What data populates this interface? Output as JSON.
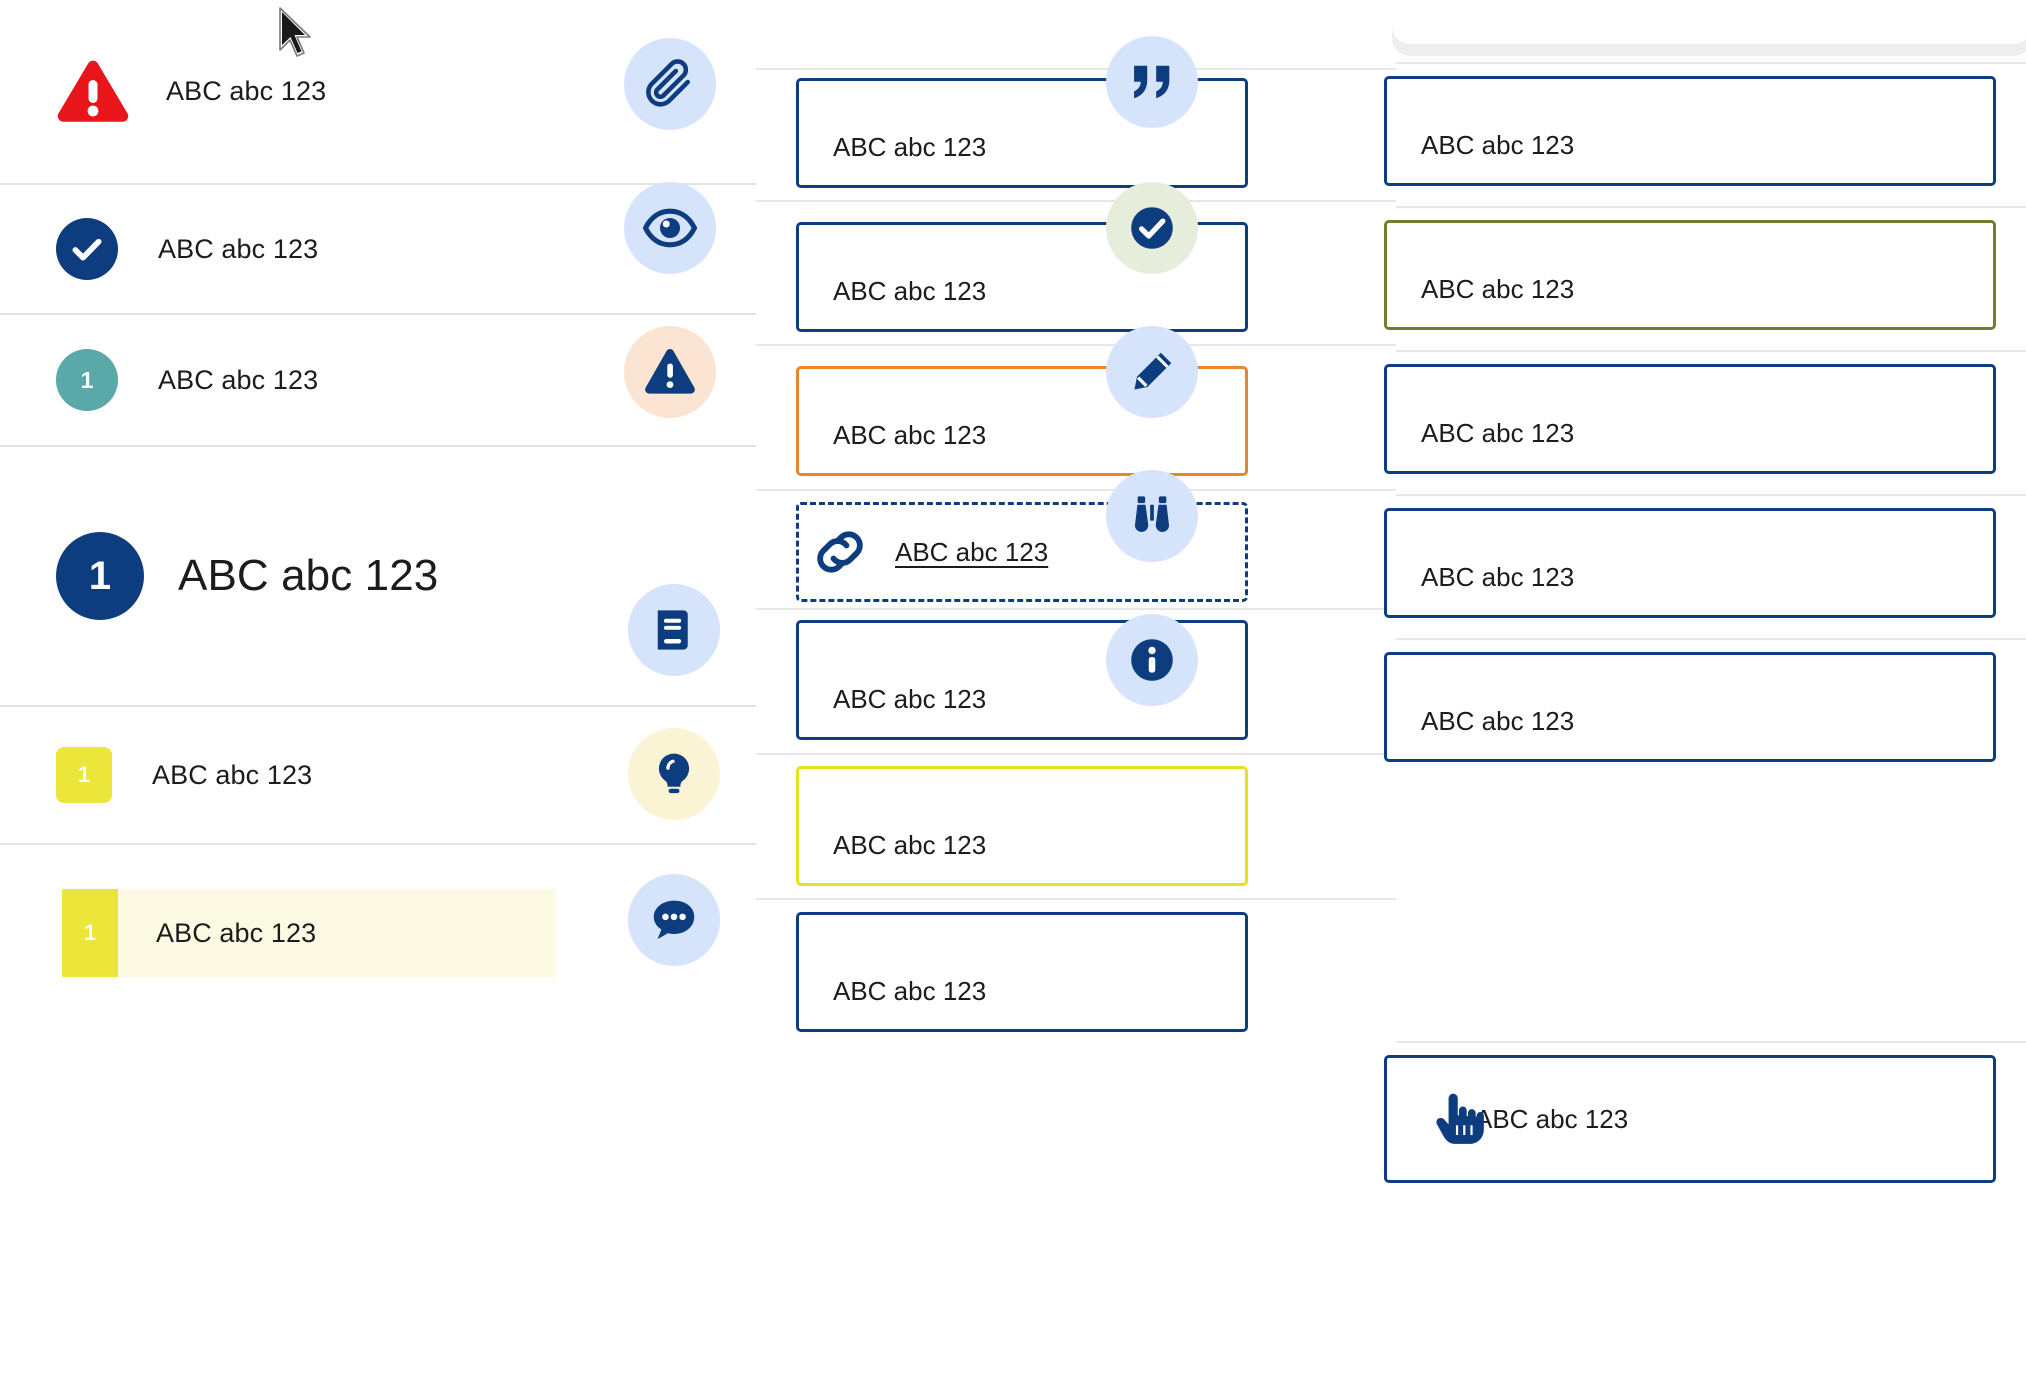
{
  "left_panel": {
    "rows": [
      {
        "id": "alert",
        "badge_kind": "triangle-alert",
        "badge_text": "",
        "label": "ABC abc 123",
        "badge_color": "#e8161a",
        "highlight": false
      },
      {
        "id": "check",
        "badge_kind": "circle-check",
        "badge_text": "",
        "label": "ABC abc 123",
        "badge_color": "#0e3d7f",
        "highlight": false
      },
      {
        "id": "teal",
        "badge_kind": "circle-number",
        "badge_text": "1",
        "label": "ABC abc 123",
        "badge_color": "#5aa8a8",
        "highlight": false
      },
      {
        "id": "big",
        "badge_kind": "circle-number",
        "badge_text": "1",
        "label": "ABC abc 123",
        "badge_color": "#0e3d7f",
        "highlight": false
      },
      {
        "id": "yellow",
        "badge_kind": "rounded-number",
        "badge_text": "1",
        "label": "ABC abc 123",
        "badge_color": "#ece63b",
        "highlight": false
      },
      {
        "id": "highlight",
        "badge_kind": "square-number",
        "badge_text": "1",
        "label": "ABC abc 123",
        "badge_color": "#ece63b",
        "highlight": true,
        "highlight_color": "#fdfae3"
      }
    ]
  },
  "center_column": {
    "cards": [
      {
        "id": "attachment",
        "icon": "paperclip-icon",
        "icon_bg": "#d6e4fb",
        "border_color": "#0e3d7f",
        "border_style": "solid",
        "text": "ABC abc 123",
        "underline": false
      },
      {
        "id": "preview",
        "icon": "eye-icon",
        "icon_bg": "#d6e4fb",
        "border_color": "#0e3d7f",
        "border_style": "solid",
        "text": "ABC abc 123",
        "underline": false
      },
      {
        "id": "warning",
        "icon": "warning-triangle-icon",
        "icon_bg": "#fce4d2",
        "border_color": "#e8862a",
        "border_style": "solid",
        "text": "ABC abc 123",
        "underline": false
      },
      {
        "id": "link",
        "icon": "link-chain-icon",
        "icon_bg": "none",
        "border_color": "#0e3d7f",
        "border_style": "dashed",
        "text": "ABC abc 123",
        "underline": true
      },
      {
        "id": "book",
        "icon": "book-icon",
        "icon_bg": "#d6e4fb",
        "border_color": "#0e3d7f",
        "border_style": "solid",
        "text": "ABC abc 123",
        "underline": false
      },
      {
        "id": "idea",
        "icon": "lightbulb-icon",
        "icon_bg": "#fbf4d4",
        "border_color": "#e8e021",
        "border_style": "solid",
        "text": "ABC abc 123",
        "underline": false
      },
      {
        "id": "comment",
        "icon": "comment-dots-icon",
        "icon_bg": "#d6e4fb",
        "border_color": "#0e3d7f",
        "border_style": "solid",
        "text": "ABC abc 123",
        "underline": false
      }
    ]
  },
  "right_column": {
    "cards": [
      {
        "id": "quote",
        "icon": "quote-icon",
        "icon_bg": "#d6e4fb",
        "border_color": "#0e3d7f",
        "border_style": "solid",
        "text": "ABC abc 123",
        "underline": false
      },
      {
        "id": "success",
        "icon": "circle-check-icon",
        "icon_bg": "#e7eddb",
        "border_color": "#6f7f2e",
        "border_style": "solid",
        "text": "ABC abc 123",
        "underline": false
      },
      {
        "id": "edit",
        "icon": "pencil-icon",
        "icon_bg": "#d6e4fb",
        "border_color": "#0e3d7f",
        "border_style": "solid",
        "text": "ABC abc 123",
        "underline": false
      },
      {
        "id": "observe",
        "icon": "binoculars-icon",
        "icon_bg": "#d6e4fb",
        "border_color": "#0e3d7f",
        "border_style": "solid",
        "text": "ABC abc 123",
        "underline": false
      },
      {
        "id": "info",
        "icon": "info-circle-icon",
        "icon_bg": "#d6e4fb",
        "border_color": "#0e3d7f",
        "border_style": "solid",
        "text": "ABC abc 123",
        "underline": false
      },
      {
        "id": "action",
        "icon": "hand-pointer-icon",
        "icon_bg": "none",
        "border_color": "#0e3d7f",
        "border_style": "solid",
        "text": "ABC abc 123",
        "underline": false
      }
    ]
  },
  "colors": {
    "brand_navy": "#0e3d7f",
    "alert_red": "#e8161a",
    "teal": "#5aa8a8",
    "yellow": "#ece63b",
    "orange": "#e8862a",
    "olive": "#6f7f2e",
    "icon_bubble_blue": "#d6e4fb",
    "icon_bubble_peach": "#fce4d2",
    "icon_bubble_sage": "#e7eddb",
    "icon_bubble_lemon": "#fbf4d4",
    "row_divider": "#e7e7e7",
    "highlight_bg": "#fdfae3"
  },
  "cursor": {
    "name": "mouse-pointer"
  }
}
